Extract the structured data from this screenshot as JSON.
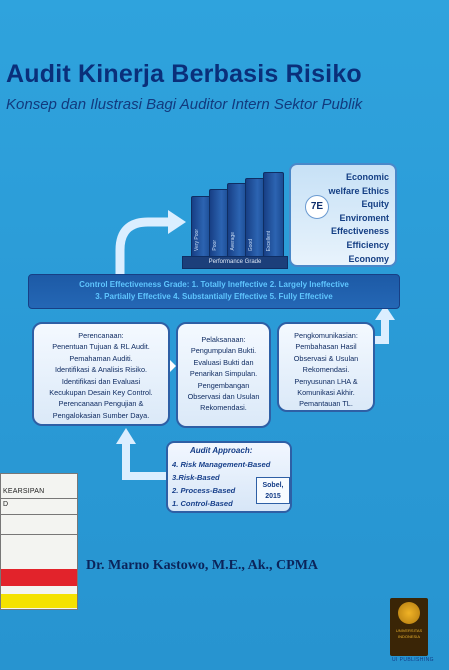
{
  "title": "Audit Kinerja Berbasis Risiko",
  "subtitle": "Konsep dan Ilustrasi Bagi Auditor Intern Sektor Publik",
  "performance_base": "Performance Grade",
  "bars": [
    "Very Poor",
    "Poor",
    "Average",
    "Good",
    "Excellent"
  ],
  "seven_e": {
    "badge": "7E",
    "items": [
      "Economic",
      "welfare Ethics",
      "Equity",
      "Enviroment",
      "Effectiveness",
      "Efficiency",
      "Economy"
    ]
  },
  "banner": {
    "line1": "Control Effectiveness Grade: 1. Totally Ineffective  2. Largely Ineffective",
    "line2": "3. Partially Effective  4. Substantially Effective   5. Fully Effective"
  },
  "cards": {
    "perencanaan": {
      "head": "Perencanaan:",
      "lines": [
        "Penentuan Tujuan & RL Audit.",
        "Pemahaman Auditi.",
        "Identifikasi & Analisis Risiko.",
        "Identifikasi dan Evaluasi",
        "Kecukupan Desain Key Control.",
        "Perencanaan Pengujian &",
        "Pengalokasian Sumber Daya."
      ]
    },
    "pelaksanaan": {
      "head": "Pelaksanaan:",
      "lines": [
        "Pengumpulan Bukti.",
        "Evaluasi Bukti dan",
        "Penarikan Simpulan.",
        "Pengembangan",
        "Observasi dan Usulan",
        "Rekomendasi."
      ]
    },
    "pengkomunikasian": {
      "head": "Pengkomunikasian:",
      "lines": [
        "Pembahasan Hasil",
        "Observasi & Usulan",
        "Rekomendasi.",
        "Penyusunan LHA &",
        "Komunikasi Akhir.",
        "Pemantauan TL."
      ]
    }
  },
  "approach": {
    "head": "Audit Approach:",
    "items": [
      "4. Risk Management-Based",
      "3.Risk-Based",
      "2. Process-Based",
      "1. Control-Based"
    ],
    "source_line1": "Sobel,",
    "source_line2": "2015"
  },
  "sticker": {
    "label": "KEARSIPAN",
    "sub": "D"
  },
  "author": "Dr. Marno Kastowo, M.E., Ak., CPMA",
  "publisher": {
    "emblem_text1": "UNIVERSITAS",
    "emblem_text2": "INDONESIA",
    "caption": "UI PUBLISHING"
  },
  "colors": {
    "background": "#2a9ad5",
    "title": "#0a2f7a",
    "sticker_red": "#e2232b",
    "sticker_yellow": "#f4e200"
  }
}
